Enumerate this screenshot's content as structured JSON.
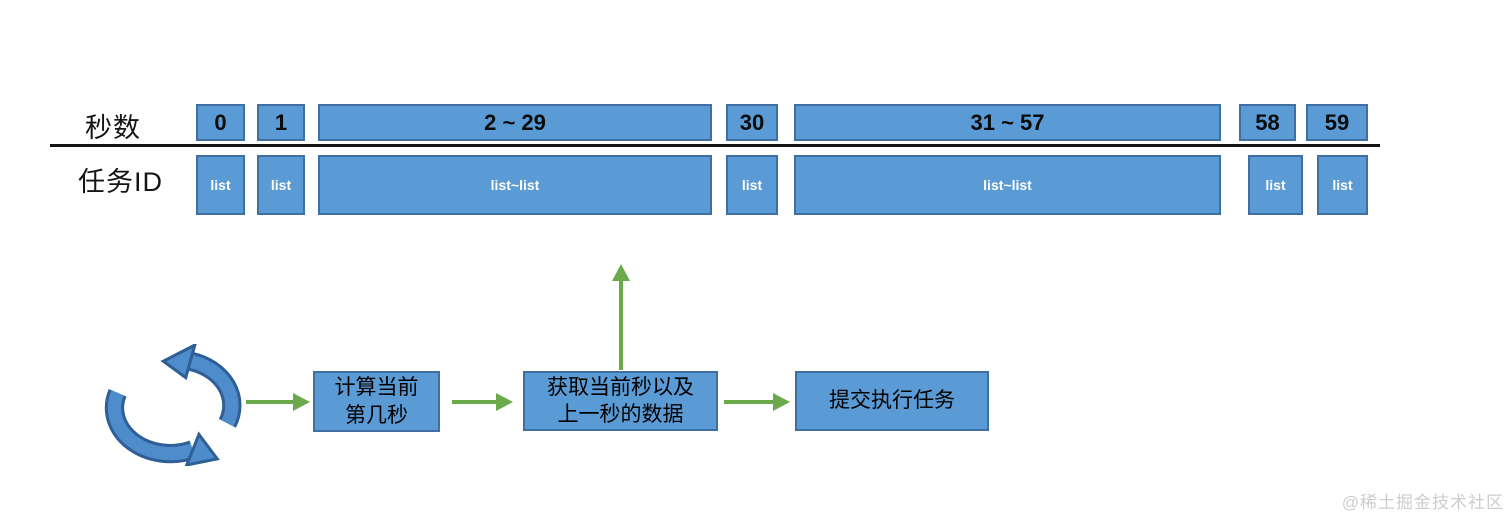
{
  "timeline": {
    "seconds_label": "秒数",
    "task_label": "任务ID",
    "seconds_cells": [
      "0",
      "1",
      "2 ~ 29",
      "30",
      "31 ~ 57",
      "58",
      "59"
    ],
    "task_cells": [
      "list",
      "list",
      "list~list",
      "list",
      "list~list",
      "list",
      "list"
    ]
  },
  "flowchart": {
    "loop_icon": "cycle-arrows",
    "step1": {
      "line1": "计算当前",
      "line2": "第几秒"
    },
    "step2": {
      "line1": "获取当前秒以及",
      "line2": "上一秒的数据"
    },
    "step3": {
      "line1": "提交执行任务"
    }
  },
  "watermark": "@稀土掘金技术社区",
  "colors": {
    "box_fill": "#5b9bd5",
    "box_border": "#3f6fa3",
    "arrow_green": "#6aaa4b",
    "divider": "#141414",
    "watermark": "#cdcdcd"
  }
}
